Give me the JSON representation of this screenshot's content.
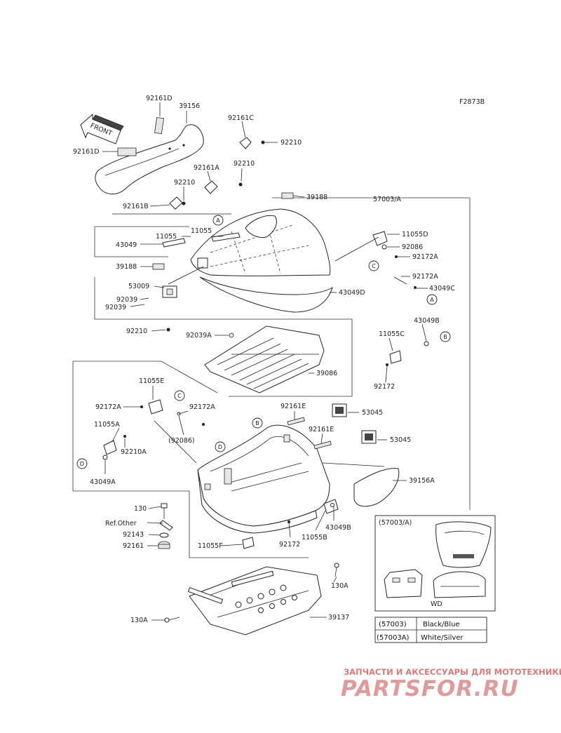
{
  "diagram_code": "F2873B",
  "front_label": "FRONT",
  "circle_marks": {
    "A": "A",
    "B": "B",
    "C": "C",
    "D": "D"
  },
  "labels": {
    "p92161D_top": "92161D",
    "p39156": "39156",
    "p92161C": "92161C",
    "p92210_c": "92210",
    "p92161D_left": "92161D",
    "p92161A": "92161A",
    "p92210_a": "92210",
    "p92210_b": "92210",
    "p92161B": "92161B",
    "p39188_top": "39188",
    "p57003A": "57003/A",
    "p11055_1": "11055",
    "p11055_2": "11055",
    "p11055D": "11055D",
    "p43049": "43049",
    "p92086": "92086",
    "p92172A_1": "92172A",
    "p39188_mid": "39188",
    "p92172A_2": "92172A",
    "p53009": "53009",
    "p43049C": "43049C",
    "p43049D": "43049D",
    "p92039_1": "92039",
    "p92039_2": "92039",
    "p92210_d": "92210",
    "p92039A": "92039A",
    "p43049B_top": "43049B",
    "p11055C": "11055C",
    "p39086": "39086",
    "p92172_r": "92172",
    "p11055E": "11055E",
    "p92172A_3": "92172A",
    "p92172A_4": "92172A",
    "p92086_paren": "(92086)",
    "p92161E_1": "92161E",
    "p53045_1": "53045",
    "p11055A": "11055A",
    "p92210A": "92210A",
    "p92161E_2": "92161E",
    "p53045_2": "53045",
    "p43049A": "43049A",
    "p39156A": "39156A",
    "p130": "130",
    "pRefOther": "Ref.Other",
    "p92143": "92143",
    "p92161": "92161",
    "p43049B_bot": "43049B",
    "p11055B": "11055B",
    "p92172_b": "92172",
    "p11055F": "11055F",
    "p130A_r": "130A",
    "p130A_l": "130A",
    "p39137": "39137"
  },
  "inset": {
    "title": "(57003/A)",
    "caption": "WD"
  },
  "color_table": [
    {
      "code": "(57003)",
      "color": "Black/Blue"
    },
    {
      "code": "(57003A)",
      "color": "White/Silver"
    }
  ],
  "watermark": {
    "line1": "ЗАПЧАСТИ И АКСЕССУАРЫ ДЛЯ МОТОТЕХНИКИ",
    "line2": "PARTSFOR.RU"
  }
}
